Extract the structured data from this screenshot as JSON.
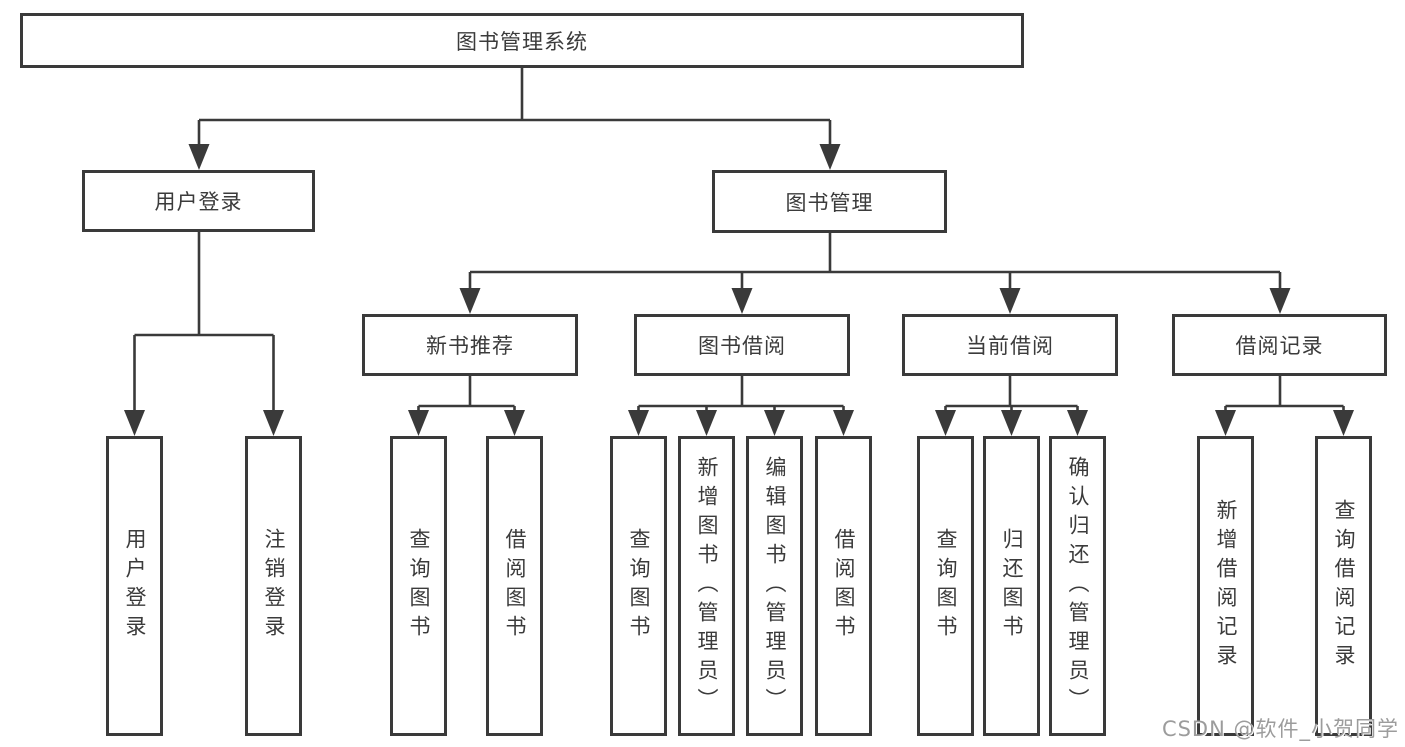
{
  "diagram": {
    "title": "图书管理系统",
    "root": {
      "label": "图书管理系统"
    },
    "level2": [
      {
        "label": "用户登录"
      },
      {
        "label": "图书管理"
      }
    ],
    "level3": [
      {
        "label": "新书推荐"
      },
      {
        "label": "图书借阅"
      },
      {
        "label": "当前借阅"
      },
      {
        "label": "借阅记录"
      }
    ],
    "leaves": {
      "user_login": [
        "用户登录",
        "注销登录"
      ],
      "new_book_recommendation": [
        "查询图书",
        "借阅图书"
      ],
      "book_borrowing": [
        "查询图书",
        "新增图书（管理员）",
        "编辑图书（管理员）",
        "借阅图书"
      ],
      "current_borrowing": [
        "查询图书",
        "归还图书",
        "确认归还（管理员）"
      ],
      "borrowing_records": [
        "新增借阅记录",
        "查询借阅记录"
      ]
    }
  },
  "watermark": {
    "text": "CSDN @软件_小贺同学"
  },
  "colors": {
    "line": "#3a3a3a",
    "text": "#3b3b3b",
    "watermark": "#9c9c9c",
    "background": "#ffffff"
  }
}
